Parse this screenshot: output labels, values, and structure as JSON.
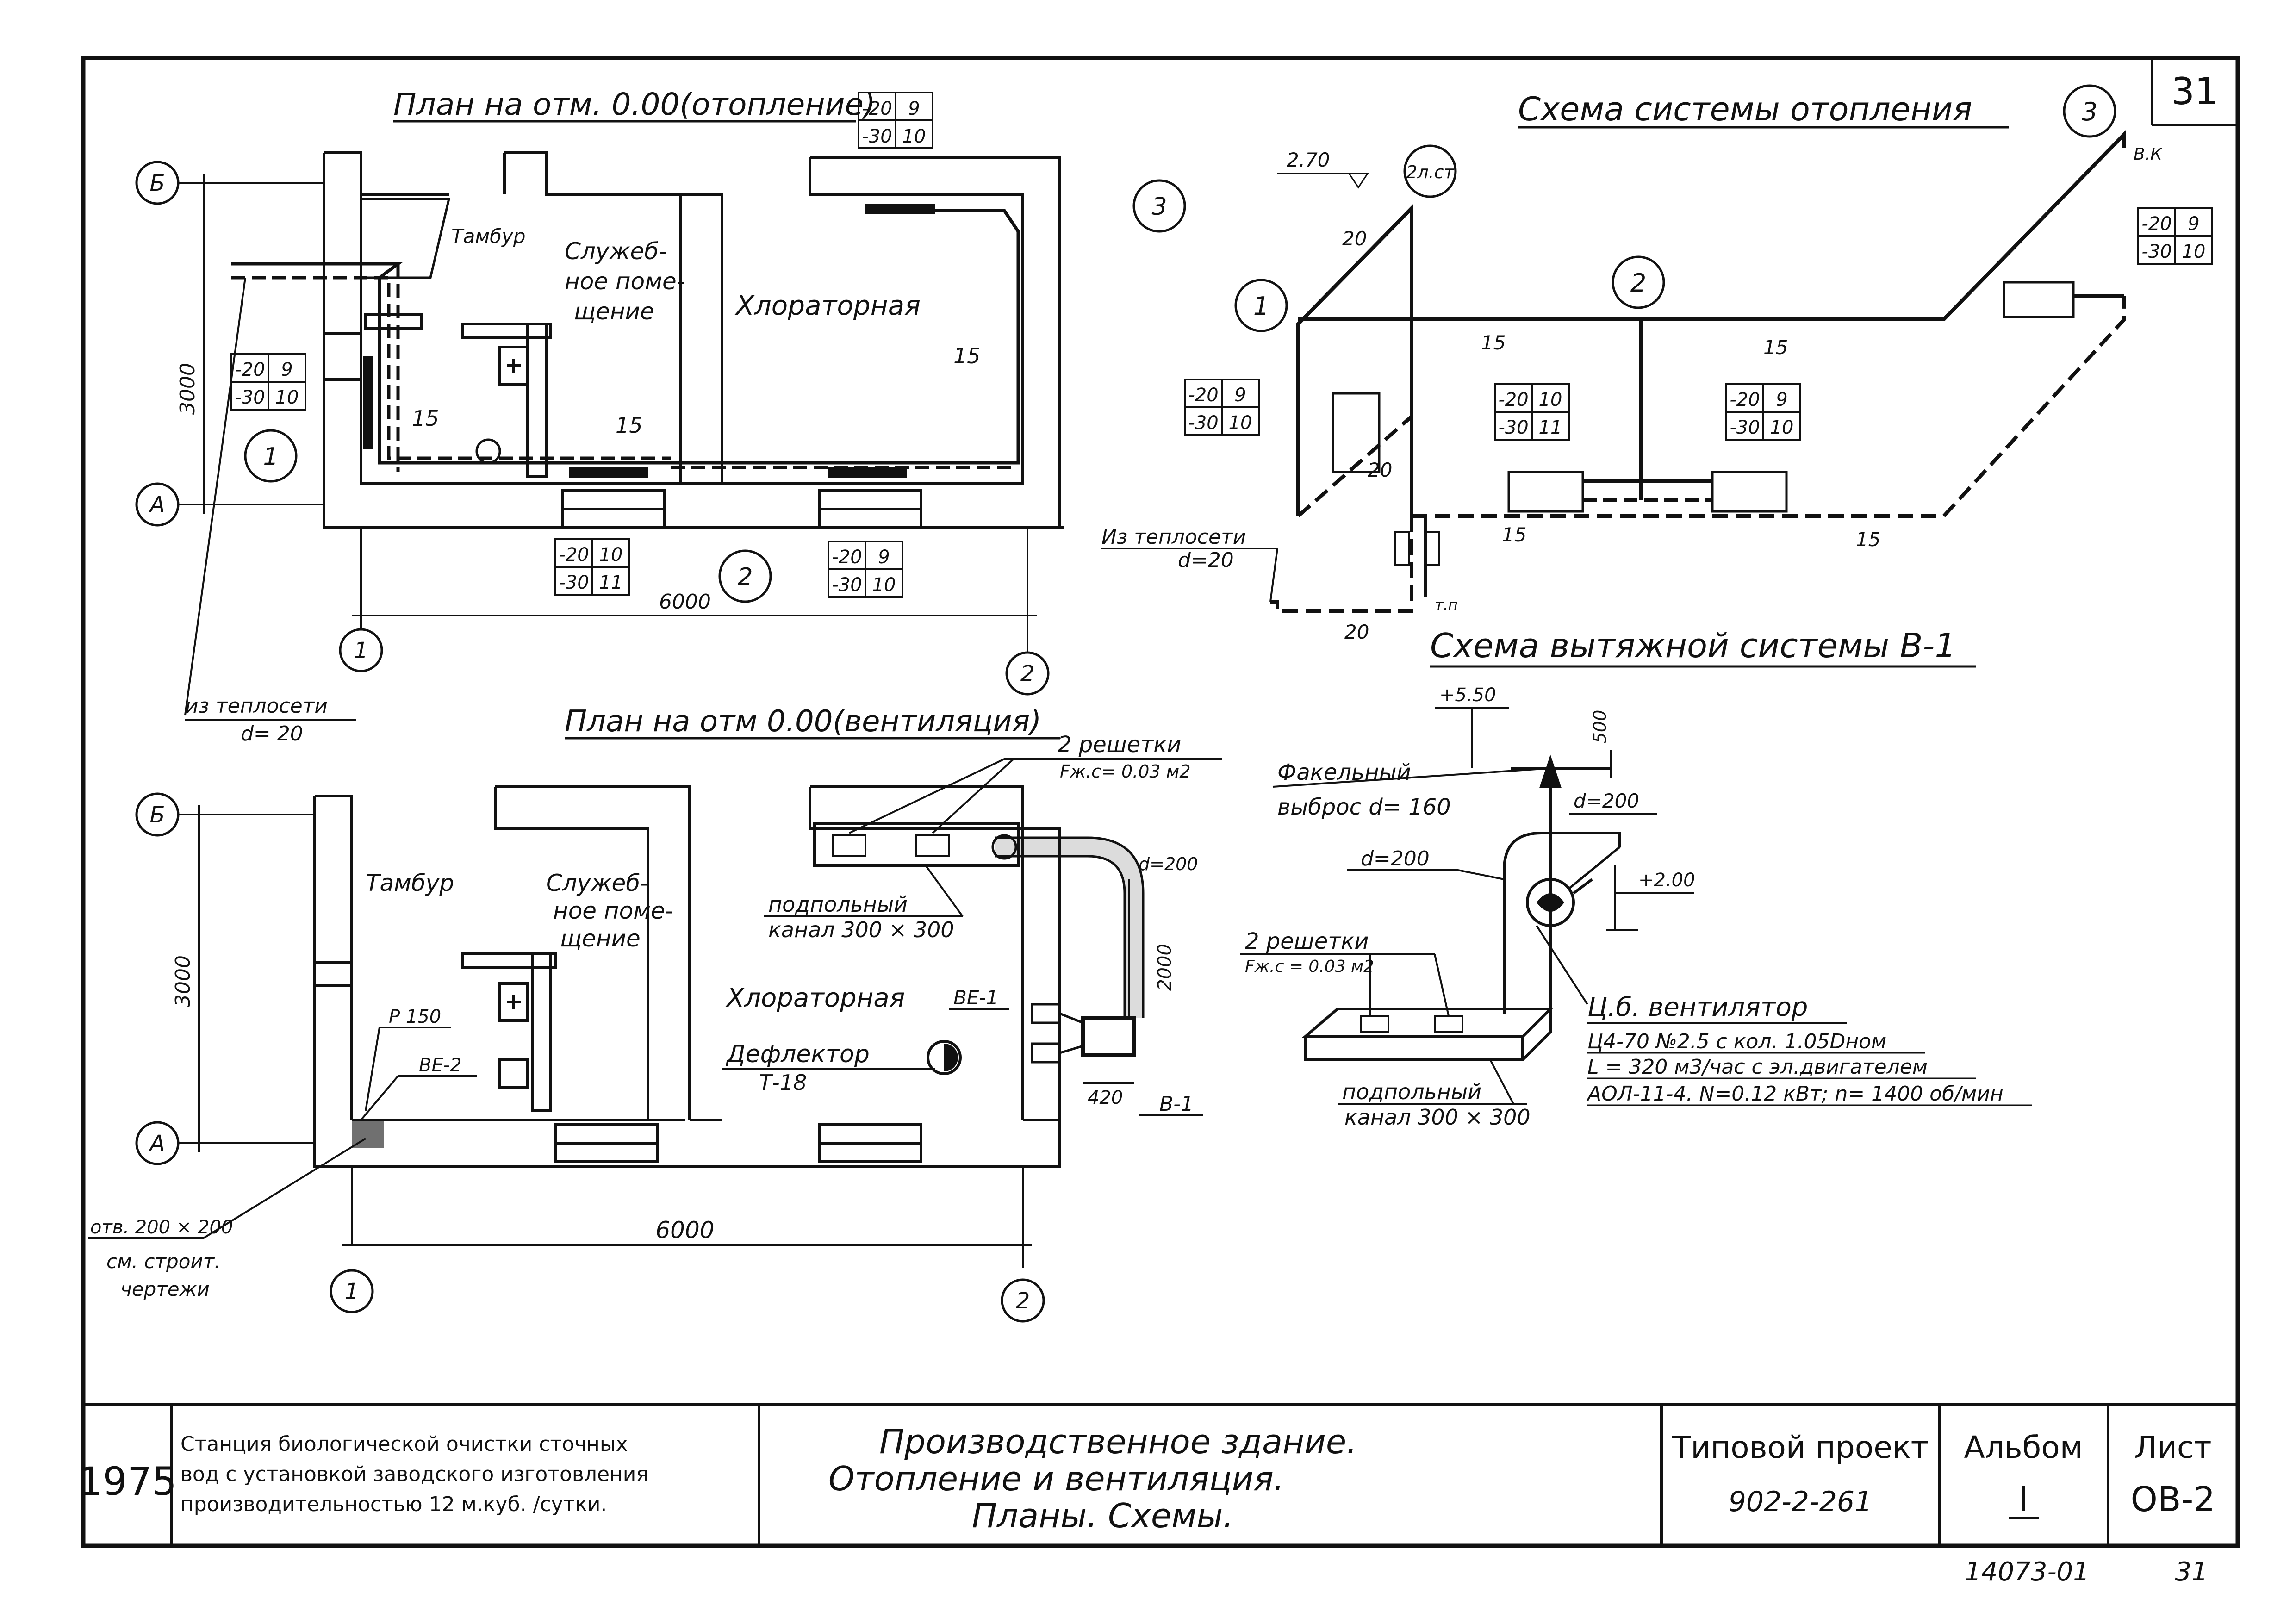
{
  "sheet": {
    "corner_number": "31",
    "bottom_code": "14073-01",
    "bottom_page": "31"
  },
  "heating_plan": {
    "title": "План на отм. 0.00(отопление)",
    "title_table": [
      "-20",
      "9",
      "-30",
      "10"
    ],
    "rooms": {
      "tambur": "Тамбур",
      "office_1": "Служеб-",
      "office_2": "ное поме-",
      "office_3": "щение",
      "chlorine": "Хлораторная"
    },
    "axis_b": "Б",
    "axis_a": "А",
    "axis_1": "1",
    "axis_2": "2",
    "dim_3000": "3000",
    "dim_6000": "6000",
    "callout_1": "1",
    "callout_2": "2",
    "callout_3": "3",
    "d15_a": "15",
    "d15_b": "15",
    "d15_c": "15",
    "table_left": [
      "-20",
      "9",
      "-30",
      "10"
    ],
    "table_mid": [
      "-20",
      "10",
      "-30",
      "11"
    ],
    "table_right": [
      "-20",
      "9",
      "-30",
      "10"
    ],
    "supply_1": "из теплосети",
    "supply_2": "d= 20"
  },
  "heating_scheme": {
    "title": "Схема системы отопления",
    "mark_270": "2.70",
    "mark_2lst": "2л.ст",
    "callout_1": "1",
    "callout_2": "2",
    "callout_3": "3",
    "d20_a": "20",
    "d20_b": "20",
    "d20_c": "20",
    "d15_a": "15",
    "d15_b": "15",
    "d15_c": "15",
    "d15_d": "15",
    "vk": "В.К",
    "tp": "т.п",
    "supply_1": "Из теплосети",
    "supply_2": "d=20",
    "table_1": [
      "-20",
      "9",
      "-30",
      "10"
    ],
    "table_2": [
      "-20",
      "10",
      "-30",
      "11"
    ],
    "table_3": [
      "-20",
      "9",
      "-30",
      "10"
    ],
    "table_4": [
      "-20",
      "9",
      "-30",
      "10"
    ]
  },
  "vent_plan": {
    "title": "План на отм 0.00(вентиляция)",
    "rooms": {
      "tambur": "Тамбур",
      "office_1": "Служеб-",
      "office_2": "ное поме-",
      "office_3": "щение",
      "chlorine": "Хлораторная"
    },
    "axis_b": "Б",
    "axis_a": "А",
    "axis_1": "1",
    "axis_2": "2",
    "dim_3000": "3000",
    "dim_6000": "6000",
    "dim_2000": "2000",
    "dim_420": "420",
    "grates_1": "2 решетки",
    "grates_2": "Fж.с= 0.03 м2",
    "channel_1": "подпольный",
    "channel_2": "канал 300 × 300",
    "d200": "d=200",
    "ve1": "ВЕ-1",
    "ve2": "ВЕ-2",
    "deflector_1": "Дефлектор",
    "deflector_2": "Т-18",
    "r150": "Р 150",
    "v1": "В-1",
    "opening_1": "отв. 200 × 200",
    "opening_2": "см. строит.",
    "opening_3": "чертежи"
  },
  "exhaust_scheme": {
    "title": "Схема вытяжной системы В-1",
    "mark_550": "+5.50",
    "mark_500": "500",
    "mark_200": "+2.00",
    "torch_1": "Факельный",
    "torch_2": "выброс d= 160",
    "d200_a": "d=200",
    "d200_b": "d=200",
    "grates_1": "2 решетки",
    "grates_2": "Fж.с = 0.03 м2",
    "channel_1": "подпольный",
    "channel_2": "канал 300 × 300",
    "fan_title": "Ц.б. вентилятор",
    "fan_1": "Ц4-70 №2.5 с кол. 1.05Dном",
    "fan_2": "L = 320 м3/час с эл.двигателем",
    "fan_3": "АОЛ-11-4. N=0.12 кВт; n= 1400 об/мин"
  },
  "title_block": {
    "year": "1975",
    "station_1": "Станция биологической очистки сточных",
    "station_2": "вод с установкой заводского изготовления",
    "station_3": "производительностью  12 м.куб. /сутки.",
    "name_1": "Производственное   здание.",
    "name_2": "Отопление   и   вентиляция.",
    "name_3": "Планы.   Схемы.",
    "project_label": "Типовой проект",
    "project_code": "902-2-261",
    "album_label": "Альбом",
    "album_value": "I",
    "sheet_label": "Лист",
    "sheet_value": "ОВ-2"
  }
}
